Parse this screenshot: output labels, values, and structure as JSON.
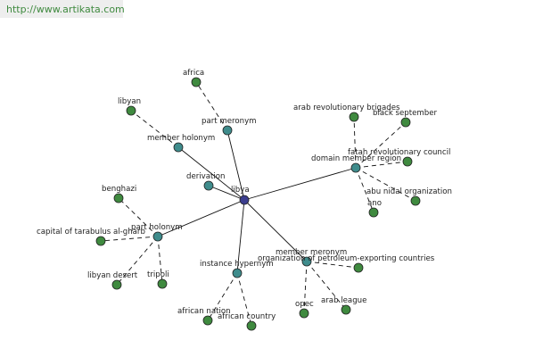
{
  "banner": {
    "url": "http://www.artikata.com"
  },
  "colors": {
    "center": "#3b3d8e",
    "relation": "#3f8c8c",
    "leaf": "#3f8a3f",
    "edge": "#111111"
  },
  "graph": {
    "center": {
      "label": "libya"
    },
    "relations": [
      {
        "id": "part-meronym",
        "label": "part meronym",
        "leaves": [
          "africa"
        ]
      },
      {
        "id": "member-holonym",
        "label": "member holonym",
        "leaves": [
          "libyan"
        ]
      },
      {
        "id": "derivation",
        "label": "derivation",
        "leaves": []
      },
      {
        "id": "domain-member-region",
        "label": "domain member region",
        "leaves": [
          "arab revolutionary brigades",
          "black september",
          "fatah revolutionary council",
          "abu nidal organization",
          "ano"
        ]
      },
      {
        "id": "part-holonym",
        "label": "part holonym",
        "leaves": [
          "benghazi",
          "capital of tarabulus al-gharb",
          "libyan desert",
          "tripoli"
        ]
      },
      {
        "id": "instance-hypernym",
        "label": "instance hypernym",
        "leaves": [
          "african nation",
          "african country"
        ]
      },
      {
        "id": "member-meronym",
        "label": "member meronym",
        "leaves": [
          "organization of petroleum-exporting countries",
          "opec",
          "arab league"
        ]
      }
    ]
  }
}
